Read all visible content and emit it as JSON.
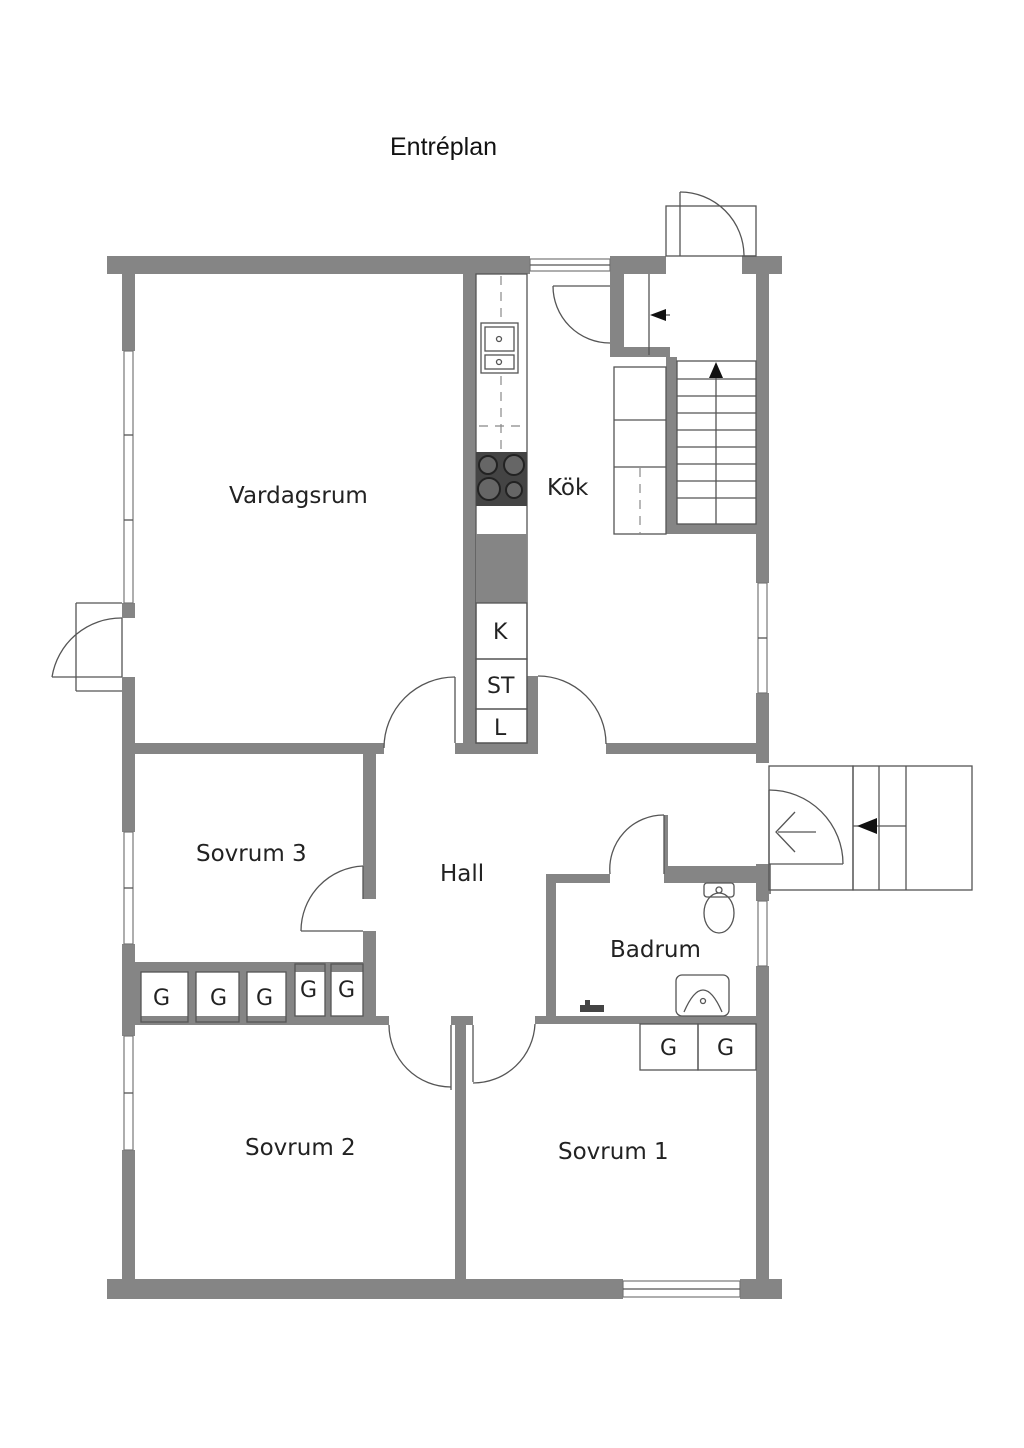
{
  "plan": {
    "title": "Entréplan",
    "rooms": {
      "vardagsrum": "Vardagsrum",
      "kok": "Kök",
      "hall": "Hall",
      "sovrum3": "Sovrum 3",
      "sovrum2": "Sovrum 2",
      "sovrum1": "Sovrum 1",
      "badrum": "Badrum"
    },
    "fixtures": {
      "k": "K",
      "st": "ST",
      "l": "L",
      "g": "G"
    },
    "colors": {
      "wall": "#858585",
      "line": "#555555",
      "background": "#ffffff"
    }
  }
}
